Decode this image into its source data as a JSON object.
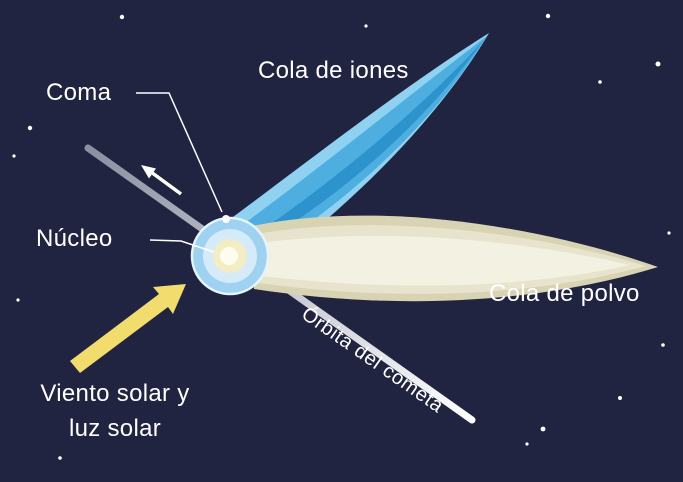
{
  "scene": {
    "background": "#212441",
    "star_color": "#FFFFFF"
  },
  "labels": {
    "coma": "Coma",
    "ion_tail": "Cola de iones",
    "nucleus": "Núcleo",
    "dust_tail": "Cola de polvo",
    "orbit": "Órbita del cometa",
    "solar_wind_line1": "Viento solar y",
    "solar_wind_line2": "luz solar"
  },
  "colors": {
    "label_text": "#FFFFFF",
    "orbit_start": "#8A90A1",
    "orbit_end": "#FFFFFF",
    "ion_tail_light": "#8FD1F0",
    "ion_tail_mid": "#4FAEE0",
    "ion_tail_dark": "#2D93CC",
    "dust_tail_outer": "#D8D3B2",
    "dust_tail_mid": "#E7E3CC",
    "dust_tail_core": "#F3F1E1",
    "coma_outer": "#9FD2F1",
    "coma_inner": "#D5EBFA",
    "nucleus_ring": "#F2EDC5",
    "nucleus_core": "#FDFCEF",
    "solar_arrow": "#F2DC6E",
    "leader_line": "#FFFFFF",
    "direction_arrow": "#FFFFFF"
  }
}
